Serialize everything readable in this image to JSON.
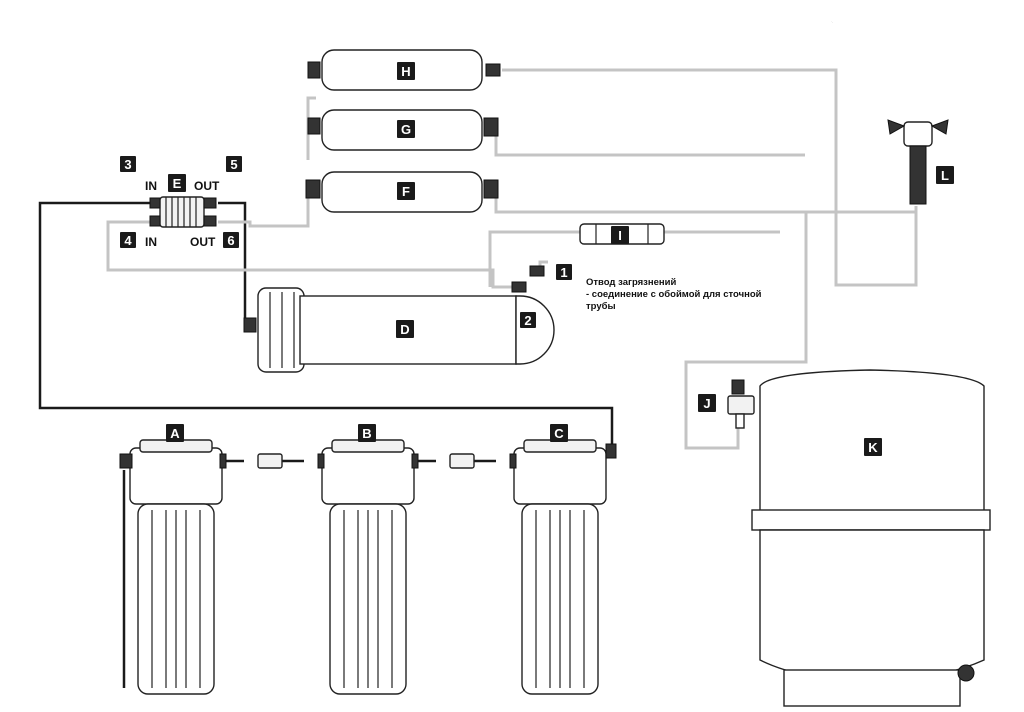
{
  "labels": {
    "A": "A",
    "B": "B",
    "C": "C",
    "D": "D",
    "E": "E",
    "F": "F",
    "G": "G",
    "H": "H",
    "I": "I",
    "J": "J",
    "K": "K",
    "L": "L"
  },
  "ports": {
    "n1": "1",
    "n2": "2",
    "n3": "3",
    "n4": "4",
    "n5": "5",
    "n6": "6",
    "in_top": "IN",
    "out_top": "OUT",
    "in_bottom": "IN",
    "out_bottom": "OUT"
  },
  "drain_note": {
    "line1": "Отвод загрязнений",
    "line2": "- соединение с обоймой для сточной",
    "line3": "трубы"
  },
  "colors": {
    "label_bg": "#1a1a1a",
    "tube_grey": "#c4c4c4",
    "tube_black": "#1a1a1a"
  }
}
